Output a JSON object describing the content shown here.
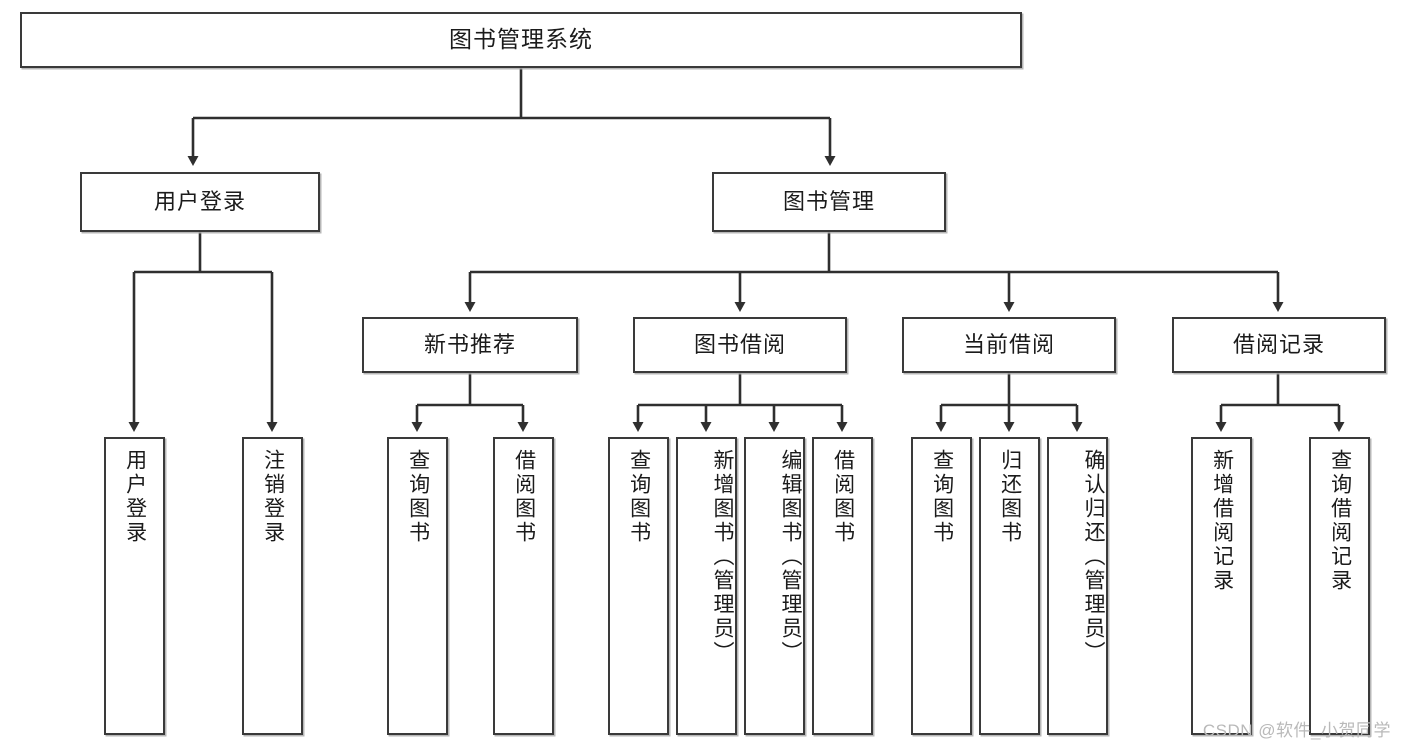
{
  "diagram": {
    "title": "图书管理系统",
    "type": "hierarchy-tree",
    "root": {
      "id": "root",
      "label": "图书管理系统"
    },
    "level2": [
      {
        "id": "user-login",
        "label": "用户登录"
      },
      {
        "id": "book-manage",
        "label": "图书管理"
      }
    ],
    "level3": [
      {
        "id": "new-book-rec",
        "label": "新书推荐",
        "parent": "book-manage"
      },
      {
        "id": "book-borrow",
        "label": "图书借阅",
        "parent": "book-manage"
      },
      {
        "id": "current-borrow",
        "label": "当前借阅",
        "parent": "book-manage"
      },
      {
        "id": "borrow-record",
        "label": "借阅记录",
        "parent": "book-manage"
      }
    ],
    "leaves": [
      {
        "id": "leaf-user-login",
        "label": "用户登录",
        "parent": "user-login"
      },
      {
        "id": "leaf-user-logout",
        "label": "注销登录",
        "parent": "user-login"
      },
      {
        "id": "leaf-query-book-1",
        "label": "查询图书",
        "parent": "new-book-rec"
      },
      {
        "id": "leaf-borrow-book-1",
        "label": "借阅图书",
        "parent": "new-book-rec"
      },
      {
        "id": "leaf-query-book-2",
        "label": "查询图书",
        "parent": "book-borrow"
      },
      {
        "id": "leaf-add-book",
        "label": "新增图书（管理员）",
        "parent": "book-borrow"
      },
      {
        "id": "leaf-edit-book",
        "label": "编辑图书（管理员）",
        "parent": "book-borrow"
      },
      {
        "id": "leaf-borrow-book-2",
        "label": "借阅图书",
        "parent": "book-borrow"
      },
      {
        "id": "leaf-query-book-3",
        "label": "查询图书",
        "parent": "current-borrow"
      },
      {
        "id": "leaf-return-book",
        "label": "归还图书",
        "parent": "current-borrow"
      },
      {
        "id": "leaf-confirm-return",
        "label": "确认归还（管理员）",
        "parent": "current-borrow"
      },
      {
        "id": "leaf-add-record",
        "label": "新增借阅记录",
        "parent": "borrow-record"
      },
      {
        "id": "leaf-query-record",
        "label": "查询借阅记录",
        "parent": "borrow-record"
      }
    ]
  },
  "watermark": {
    "text": "CSDN @软件_小贺同学"
  },
  "colors": {
    "box_border": "#3a3a3a",
    "box_fill": "#ffffff",
    "line": "#2f2f2f",
    "text": "#1b1b1b",
    "watermark": "#b9b9b9",
    "background": "#ffffff"
  }
}
